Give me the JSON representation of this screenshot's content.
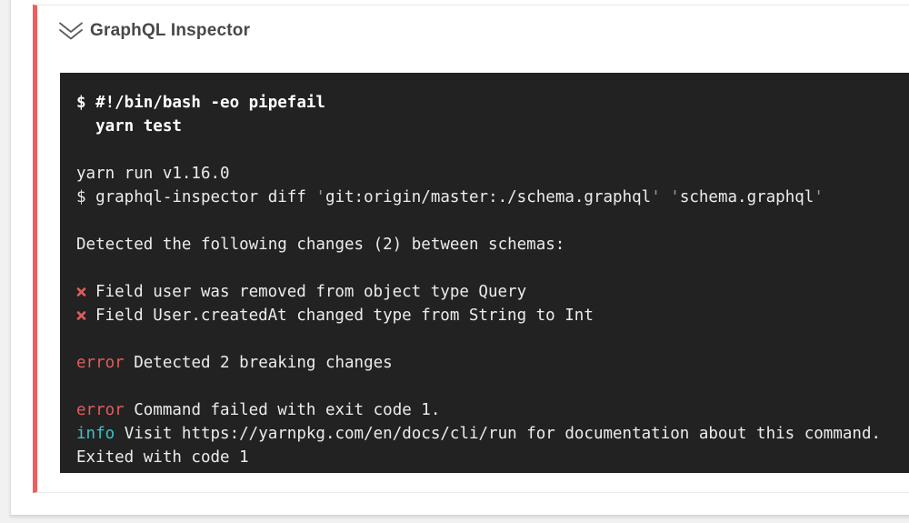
{
  "header": {
    "title": "GraphQL Inspector"
  },
  "colors": {
    "card_accent": "#ed5f5f",
    "terminal_bg": "#222222",
    "terminal_text": "#ececec",
    "error_red": "#e05c5c",
    "info_cyan": "#3ec1cf",
    "dim_gray": "#9a9a9a"
  },
  "terminal": {
    "lines": [
      {
        "segments": [
          {
            "text": "$ #!/bin/bash -eo pipefail",
            "style": "bold"
          }
        ]
      },
      {
        "segments": [
          {
            "text": "  yarn test",
            "style": "bold"
          }
        ]
      },
      {
        "segments": []
      },
      {
        "segments": [
          {
            "text": "yarn run v1.16.0",
            "style": "default"
          }
        ]
      },
      {
        "segments": [
          {
            "text": "$ graphql-inspector diff ",
            "style": "default"
          },
          {
            "text": "'",
            "style": "dim"
          },
          {
            "text": "git:origin/master:./schema.graphql",
            "style": "default"
          },
          {
            "text": "'",
            "style": "dim"
          },
          {
            "text": " ",
            "style": "default"
          },
          {
            "text": "'",
            "style": "dim"
          },
          {
            "text": "schema.graphql",
            "style": "default"
          },
          {
            "text": "'",
            "style": "dim"
          }
        ]
      },
      {
        "segments": []
      },
      {
        "segments": [
          {
            "text": "Detected the following changes (2) between schemas:",
            "style": "default"
          }
        ]
      },
      {
        "segments": []
      },
      {
        "segments": [
          {
            "icon": "cross-icon",
            "text": "✖",
            "style": "red"
          },
          {
            "text": "Field user was removed from object type Query",
            "style": "default"
          }
        ]
      },
      {
        "segments": [
          {
            "icon": "cross-icon",
            "text": "✖",
            "style": "red"
          },
          {
            "text": "Field User.createdAt changed type from String to Int",
            "style": "default"
          }
        ]
      },
      {
        "segments": []
      },
      {
        "segments": [
          {
            "text": "error",
            "style": "red"
          },
          {
            "text": " Detected 2 breaking changes",
            "style": "default"
          }
        ]
      },
      {
        "segments": []
      },
      {
        "segments": [
          {
            "text": "error",
            "style": "red"
          },
          {
            "text": " Command failed with exit code 1.",
            "style": "default"
          }
        ]
      },
      {
        "segments": [
          {
            "text": "info",
            "style": "cyan"
          },
          {
            "text": " Visit https://yarnpkg.com/en/docs/cli/run for documentation about this command.",
            "style": "default"
          }
        ]
      },
      {
        "segments": [
          {
            "text": "Exited with code 1",
            "style": "default"
          }
        ]
      }
    ]
  }
}
